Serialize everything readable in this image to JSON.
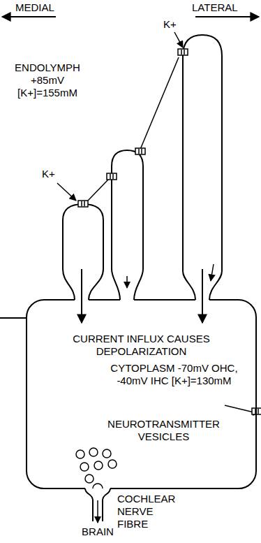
{
  "diagram": {
    "nodes": [
      {
        "text": [
          "CURRENT INFLUX CAUSES DEPOLARIZATION",
          "CYTOPLASM -70mV OHC, -40mV IHC [K+]=130mM",
          "NEUROTRANSMITTER VESICLES"
        ]
      }
    ],
    "labels": [
      "MEDIAL",
      "LATERAL",
      "ENDOLYMPH +85mV [K+]=155mM",
      "K+",
      "K+",
      "COCHLEAR NERVE FIBRE",
      "BRAIN"
    ]
  }
}
